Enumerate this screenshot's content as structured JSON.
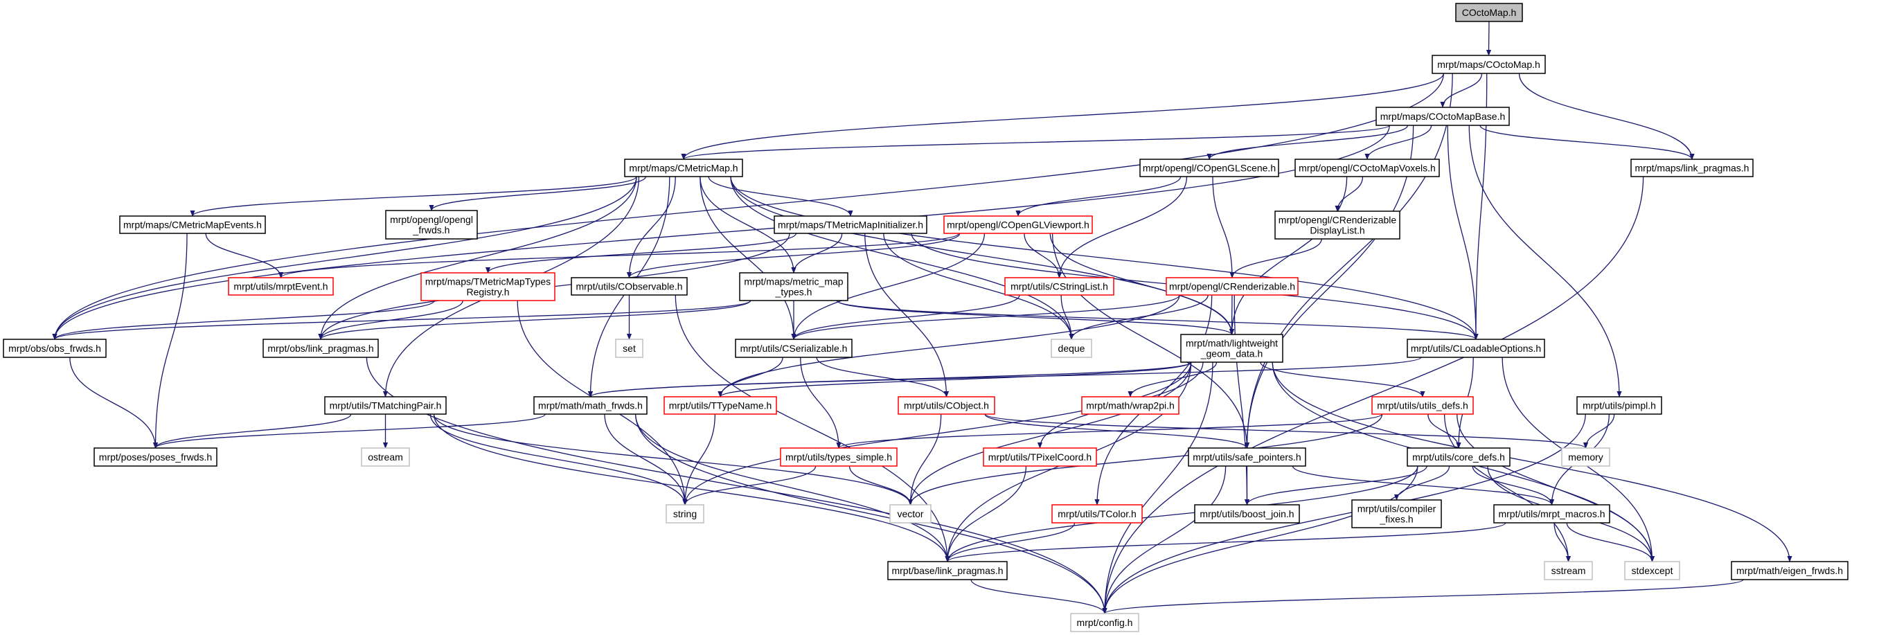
{
  "title": "COctoMap.h",
  "colors": {
    "edge": "#191970",
    "normal_border": "#000000",
    "missing_border": "#ff0000",
    "system_border": "#bfbfbf",
    "root_fill": "#bfbfbf"
  },
  "nodes": {
    "root": {
      "lines": [
        "COctoMap.h"
      ],
      "kind": "root"
    },
    "octomap": {
      "lines": [
        "mrpt/maps/COctoMap.h"
      ],
      "kind": "normal"
    },
    "octomapbase": {
      "lines": [
        "mrpt/maps/COctoMapBase.h"
      ],
      "kind": "normal"
    },
    "cmetricmap": {
      "lines": [
        "mrpt/maps/CMetricMap.h"
      ],
      "kind": "normal"
    },
    "copenglscene": {
      "lines": [
        "mrpt/opengl/COpenGLScene.h"
      ],
      "kind": "normal"
    },
    "coctomapvoxels": {
      "lines": [
        "mrpt/opengl/COctoMapVoxels.h"
      ],
      "kind": "normal"
    },
    "maps_link": {
      "lines": [
        "mrpt/maps/link_pragmas.h"
      ],
      "kind": "normal"
    },
    "cmetricmapevents": {
      "lines": [
        "mrpt/maps/CMetricMapEvents.h"
      ],
      "kind": "normal"
    },
    "opengl_frwds": {
      "lines": [
        "mrpt/opengl/opengl",
        "_frwds.h"
      ],
      "kind": "normal"
    },
    "tmetricmapinit": {
      "lines": [
        "mrpt/maps/TMetricMapInitializer.h"
      ],
      "kind": "normal"
    },
    "copenglviewport": {
      "lines": [
        "mrpt/opengl/COpenGLViewport.h"
      ],
      "kind": "missing"
    },
    "crenddisplaylist": {
      "lines": [
        "mrpt/opengl/CRenderizable",
        "DisplayList.h"
      ],
      "kind": "normal"
    },
    "mrptevent": {
      "lines": [
        "mrpt/utils/mrptEvent.h"
      ],
      "kind": "missing"
    },
    "tmmtypesreg": {
      "lines": [
        "mrpt/maps/TMetricMapTypes",
        "Registry.h"
      ],
      "kind": "missing"
    },
    "cobservable": {
      "lines": [
        "mrpt/utils/CObservable.h"
      ],
      "kind": "normal"
    },
    "metricmaptypes": {
      "lines": [
        "mrpt/maps/metric_map",
        "_types.h"
      ],
      "kind": "normal"
    },
    "cstringlist": {
      "lines": [
        "mrpt/utils/CStringList.h"
      ],
      "kind": "missing"
    },
    "crenderizable": {
      "lines": [
        "mrpt/opengl/CRenderizable.h"
      ],
      "kind": "missing"
    },
    "obs_frwds": {
      "lines": [
        "mrpt/obs/obs_frwds.h"
      ],
      "kind": "normal"
    },
    "obs_link": {
      "lines": [
        "mrpt/obs/link_pragmas.h"
      ],
      "kind": "normal"
    },
    "set": {
      "lines": [
        "set"
      ],
      "kind": "system"
    },
    "cserializable": {
      "lines": [
        "mrpt/utils/CSerializable.h"
      ],
      "kind": "normal"
    },
    "deque": {
      "lines": [
        "deque"
      ],
      "kind": "system"
    },
    "lightweight": {
      "lines": [
        "mrpt/math/lightweight",
        "_geom_data.h"
      ],
      "kind": "normal"
    },
    "cloadable": {
      "lines": [
        "mrpt/utils/CLoadableOptions.h"
      ],
      "kind": "normal"
    },
    "tmatchingpair": {
      "lines": [
        "mrpt/utils/TMatchingPair.h"
      ],
      "kind": "normal"
    },
    "math_frwds": {
      "lines": [
        "mrpt/math/math_frwds.h"
      ],
      "kind": "normal"
    },
    "ttypename": {
      "lines": [
        "mrpt/utils/TTypeName.h"
      ],
      "kind": "missing"
    },
    "cobject": {
      "lines": [
        "mrpt/utils/CObject.h"
      ],
      "kind": "missing"
    },
    "wrap2pi": {
      "lines": [
        "mrpt/math/wrap2pi.h"
      ],
      "kind": "missing"
    },
    "utils_defs": {
      "lines": [
        "mrpt/utils/utils_defs.h"
      ],
      "kind": "missing"
    },
    "pimpl": {
      "lines": [
        "mrpt/utils/pimpl.h"
      ],
      "kind": "normal"
    },
    "poses_frwds": {
      "lines": [
        "mrpt/poses/poses_frwds.h"
      ],
      "kind": "normal"
    },
    "ostream": {
      "lines": [
        "ostream"
      ],
      "kind": "system"
    },
    "types_simple": {
      "lines": [
        "mrpt/utils/types_simple.h"
      ],
      "kind": "missing"
    },
    "tpixelcoord": {
      "lines": [
        "mrpt/utils/TPixelCoord.h"
      ],
      "kind": "missing"
    },
    "safe_pointers": {
      "lines": [
        "mrpt/utils/safe_pointers.h"
      ],
      "kind": "normal"
    },
    "core_defs": {
      "lines": [
        "mrpt/utils/core_defs.h"
      ],
      "kind": "normal"
    },
    "memory": {
      "lines": [
        "memory"
      ],
      "kind": "system"
    },
    "string": {
      "lines": [
        "string"
      ],
      "kind": "system"
    },
    "vector": {
      "lines": [
        "vector"
      ],
      "kind": "system"
    },
    "tcolor": {
      "lines": [
        "mrpt/utils/TColor.h"
      ],
      "kind": "missing"
    },
    "boost_join": {
      "lines": [
        "mrpt/utils/boost_join.h"
      ],
      "kind": "normal"
    },
    "compiler_fixes": {
      "lines": [
        "mrpt/utils/compiler",
        "_fixes.h"
      ],
      "kind": "normal"
    },
    "mrpt_macros": {
      "lines": [
        "mrpt/utils/mrpt_macros.h"
      ],
      "kind": "normal"
    },
    "sstream": {
      "lines": [
        "sstream"
      ],
      "kind": "system"
    },
    "stdexcept": {
      "lines": [
        "stdexcept"
      ],
      "kind": "system"
    },
    "eigen_frwds": {
      "lines": [
        "mrpt/math/eigen_frwds.h"
      ],
      "kind": "normal"
    },
    "base_link": {
      "lines": [
        "mrpt/base/link_pragmas.h"
      ],
      "kind": "normal"
    },
    "config": {
      "lines": [
        "mrpt/config.h"
      ],
      "kind": "system"
    }
  },
  "edges": [
    [
      "root",
      "octomap"
    ],
    [
      "octomap",
      "octomapbase"
    ],
    [
      "octomap",
      "cmetricmap"
    ],
    [
      "octomap",
      "obs_frwds"
    ],
    [
      "octomap",
      "maps_link"
    ],
    [
      "octomap",
      "cloadable"
    ],
    [
      "octomap",
      "safe_pointers"
    ],
    [
      "octomapbase",
      "cmetricmap"
    ],
    [
      "octomapbase",
      "obs_frwds"
    ],
    [
      "octomapbase",
      "copenglscene"
    ],
    [
      "octomapbase",
      "coctomapvoxels"
    ],
    [
      "octomapbase",
      "maps_link"
    ],
    [
      "octomapbase",
      "cloadable"
    ],
    [
      "octomapbase",
      "safe_pointers"
    ],
    [
      "octomapbase",
      "pimpl"
    ],
    [
      "cmetricmap",
      "cmetricmapevents"
    ],
    [
      "cmetricmap",
      "opengl_frwds"
    ],
    [
      "cmetricmap",
      "tmetricmapinit"
    ],
    [
      "cmetricmap",
      "cobservable"
    ],
    [
      "cmetricmap",
      "metricmaptypes"
    ],
    [
      "cmetricmap",
      "cserializable"
    ],
    [
      "cmetricmap",
      "deque"
    ],
    [
      "cmetricmap",
      "lightweight"
    ],
    [
      "cmetricmap",
      "obs_frwds"
    ],
    [
      "cmetricmap",
      "obs_link"
    ],
    [
      "cmetricmap",
      "tmatchingpair"
    ],
    [
      "cmetricmap",
      "math_frwds"
    ],
    [
      "cmetricmap",
      "cloadable"
    ],
    [
      "cmetricmapevents",
      "mrptevent"
    ],
    [
      "cmetricmapevents",
      "poses_frwds"
    ],
    [
      "tmetricmapinit",
      "tmmtypesreg"
    ],
    [
      "tmetricmapinit",
      "metricmaptypes"
    ],
    [
      "tmetricmapinit",
      "cobject"
    ],
    [
      "tmetricmapinit",
      "deque"
    ],
    [
      "tmetricmapinit",
      "obs_link"
    ],
    [
      "tmetricmapinit",
      "cloadable"
    ],
    [
      "copenglscene",
      "copenglviewport"
    ],
    [
      "copenglscene",
      "cstringlist"
    ],
    [
      "copenglscene",
      "crenderizable"
    ],
    [
      "copenglviewport",
      "cobservable"
    ],
    [
      "copenglviewport",
      "cserializable"
    ],
    [
      "copenglviewport",
      "cstringlist"
    ],
    [
      "copenglviewport",
      "mrptevent"
    ],
    [
      "copenglviewport",
      "lightweight"
    ],
    [
      "copenglviewport",
      "safe_pointers"
    ],
    [
      "coctomapvoxels",
      "crenddisplaylist"
    ],
    [
      "coctomapvoxels",
      "lightweight"
    ],
    [
      "crenddisplaylist",
      "crenderizable"
    ],
    [
      "crenderizable",
      "cserializable"
    ],
    [
      "crenderizable",
      "deque"
    ],
    [
      "crenderizable",
      "lightweight"
    ],
    [
      "crenderizable",
      "ttypename"
    ],
    [
      "crenderizable",
      "boost_join"
    ],
    [
      "crenderizable",
      "tcolor"
    ],
    [
      "tmmtypesreg",
      "obs_frwds"
    ],
    [
      "tmmtypesreg",
      "obs_link"
    ],
    [
      "tmmtypesreg",
      "string"
    ],
    [
      "cobservable",
      "set"
    ],
    [
      "cobservable",
      "base_link"
    ],
    [
      "metricmaptypes",
      "obs_frwds"
    ],
    [
      "metricmaptypes",
      "obs_link"
    ],
    [
      "metricmaptypes",
      "cserializable"
    ],
    [
      "metricmaptypes",
      "lightweight"
    ],
    [
      "metricmaptypes",
      "cloadable"
    ],
    [
      "cstringlist",
      "cserializable"
    ],
    [
      "cstringlist",
      "deque"
    ],
    [
      "cserializable",
      "ttypename"
    ],
    [
      "cserializable",
      "cobject"
    ],
    [
      "cserializable",
      "types_simple"
    ],
    [
      "lightweight",
      "math_frwds"
    ],
    [
      "lightweight",
      "ttypename"
    ],
    [
      "lightweight",
      "wrap2pi"
    ],
    [
      "lightweight",
      "utils_defs"
    ],
    [
      "lightweight",
      "tpixelcoord"
    ],
    [
      "lightweight",
      "vector"
    ],
    [
      "lightweight",
      "string"
    ],
    [
      "lightweight",
      "base_link"
    ],
    [
      "lightweight",
      "config"
    ],
    [
      "lightweight",
      "eigen_frwds"
    ],
    [
      "lightweight",
      "stdexcept"
    ],
    [
      "cloadable",
      "math_frwds"
    ],
    [
      "cloadable",
      "core_defs"
    ],
    [
      "cloadable",
      "stdexcept"
    ],
    [
      "obs_frwds",
      "poses_frwds"
    ],
    [
      "obs_link",
      "config"
    ],
    [
      "tmatchingpair",
      "poses_frwds"
    ],
    [
      "tmatchingpair",
      "ostream"
    ],
    [
      "tmatchingpair",
      "string"
    ],
    [
      "tmatchingpair",
      "vector"
    ],
    [
      "tmatchingpair",
      "base_link"
    ],
    [
      "math_frwds",
      "poses_frwds"
    ],
    [
      "math_frwds",
      "string"
    ],
    [
      "math_frwds",
      "base_link"
    ],
    [
      "math_frwds",
      "config"
    ],
    [
      "ttypename",
      "string"
    ],
    [
      "cobject",
      "vector"
    ],
    [
      "cobject",
      "safe_pointers"
    ],
    [
      "cobject",
      "memory"
    ],
    [
      "utils_defs",
      "types_simple"
    ],
    [
      "utils_defs",
      "core_defs"
    ],
    [
      "utils_defs",
      "vector"
    ],
    [
      "utils_defs",
      "sstream"
    ],
    [
      "utils_defs",
      "stdexcept"
    ],
    [
      "pimpl",
      "memory"
    ],
    [
      "pimpl",
      "mrpt_macros"
    ],
    [
      "pimpl",
      "config"
    ],
    [
      "types_simple",
      "string"
    ],
    [
      "types_simple",
      "vector"
    ],
    [
      "tpixelcoord",
      "base_link"
    ],
    [
      "safe_pointers",
      "boost_join"
    ],
    [
      "safe_pointers",
      "mrpt_macros"
    ],
    [
      "safe_pointers",
      "config"
    ],
    [
      "core_defs",
      "boost_join"
    ],
    [
      "core_defs",
      "compiler_fixes"
    ],
    [
      "core_defs",
      "mrpt_macros"
    ],
    [
      "core_defs",
      "base_link"
    ],
    [
      "core_defs",
      "config"
    ],
    [
      "core_defs",
      "stdexcept"
    ],
    [
      "tcolor",
      "base_link"
    ],
    [
      "mrpt_macros",
      "base_link"
    ],
    [
      "mrpt_macros",
      "sstream"
    ],
    [
      "mrpt_macros",
      "stdexcept"
    ],
    [
      "base_link",
      "config"
    ],
    [
      "eigen_frwds",
      "config"
    ],
    [
      "maps_link",
      "config"
    ]
  ]
}
